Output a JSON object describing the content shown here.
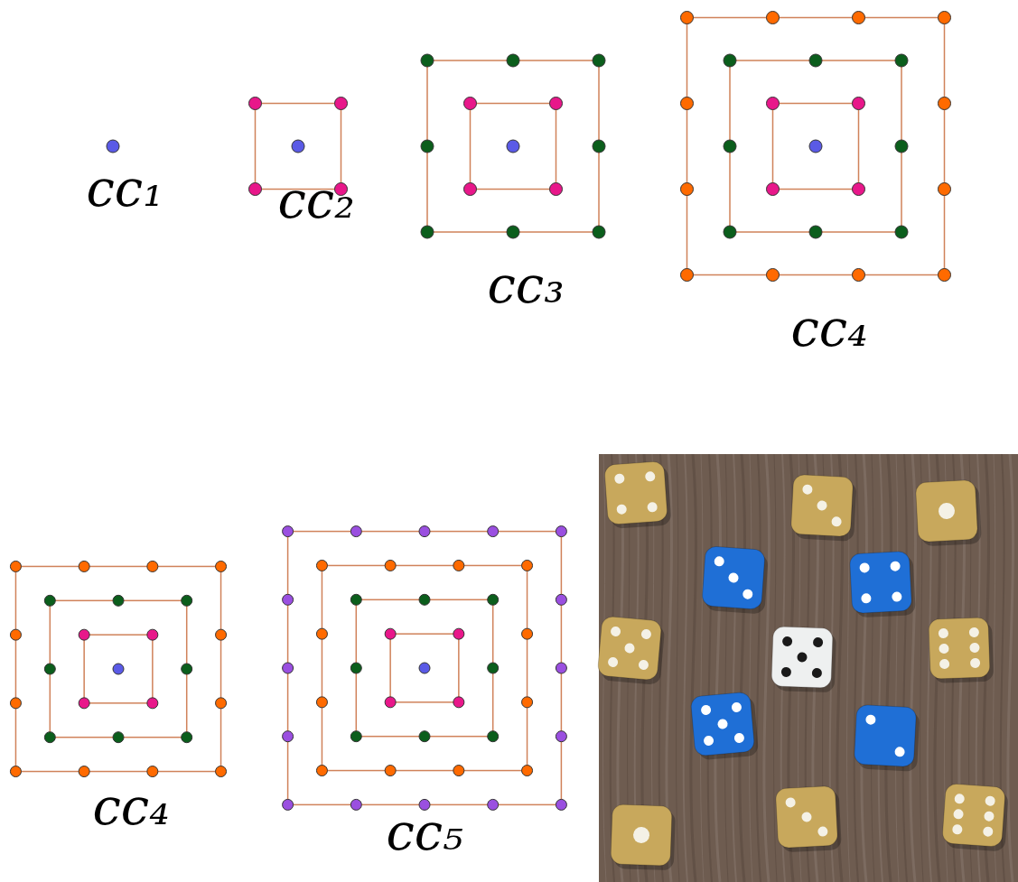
{
  "diagram": {
    "labels": [
      "cc₁",
      "cc₂",
      "cc₃",
      "cc₄",
      "cc₄",
      "cc₅"
    ]
  }
}
